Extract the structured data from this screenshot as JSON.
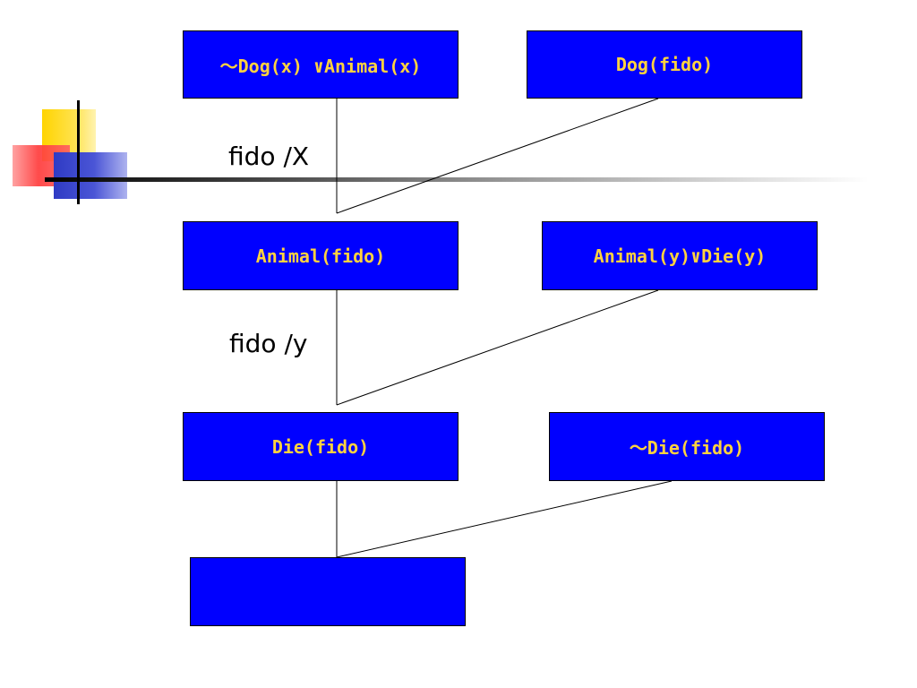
{
  "colors": {
    "box_fill": "#0000ff",
    "box_text": "#ffd23f",
    "line": "#000000"
  },
  "clauses": {
    "c1": "～Dog(x) ∨Animal(x)",
    "c2": "Dog(fido)",
    "r1": "Animal(fido)",
    "c3": "Animal(y)∨Die(y)",
    "r2": "Die(fido)",
    "c4": "～Die(fido)",
    "r3": ""
  },
  "substitutions": {
    "s1": "fido /X",
    "s2": "fido /y"
  }
}
